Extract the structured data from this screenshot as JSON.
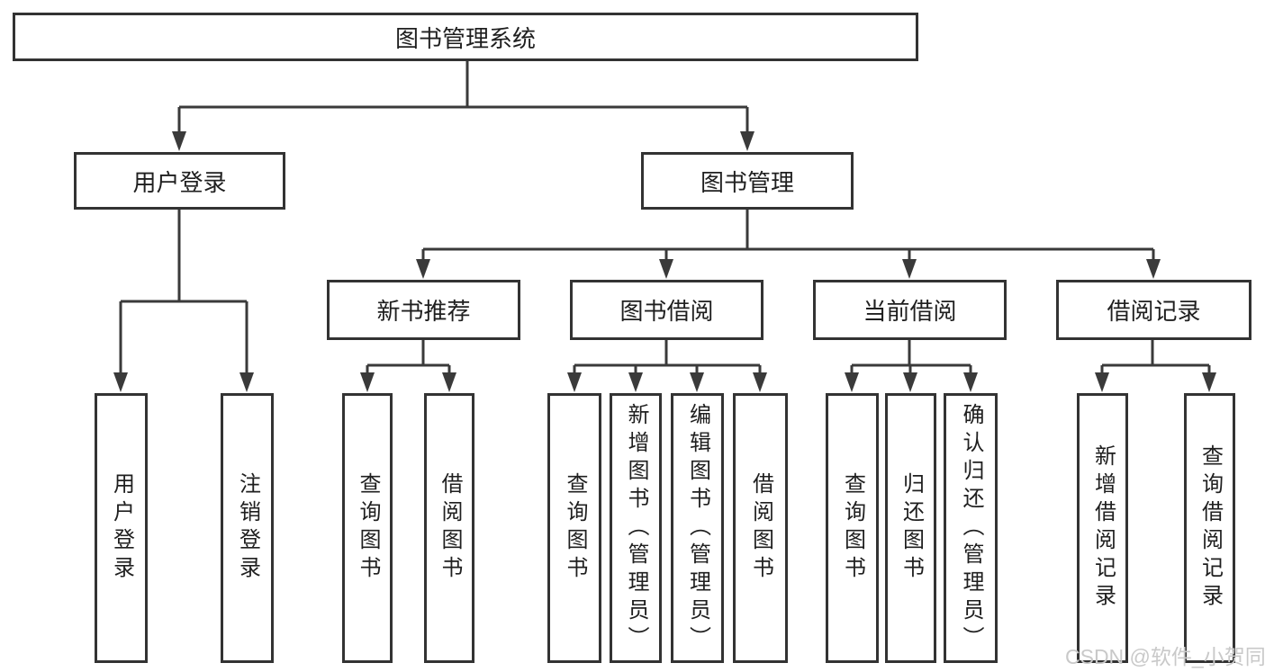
{
  "colors": {
    "line": "#3a3a3a",
    "box_border": "#333333",
    "text": "#1f1f1f",
    "watermark": "#c9c9c9",
    "background": "#ffffff"
  },
  "root": {
    "label": "图书管理系统"
  },
  "level2": [
    {
      "label": "用户登录"
    },
    {
      "label": "图书管理"
    }
  ],
  "level3": [
    {
      "label": "新书推荐",
      "parent": "图书管理"
    },
    {
      "label": "图书借阅",
      "parent": "图书管理"
    },
    {
      "label": "当前借阅",
      "parent": "图书管理"
    },
    {
      "label": "借阅记录",
      "parent": "图书管理"
    }
  ],
  "leaves": [
    {
      "label": "用户登录",
      "parent": "用户登录"
    },
    {
      "label": "注销登录",
      "parent": "用户登录"
    },
    {
      "label": "查询图书",
      "parent": "新书推荐"
    },
    {
      "label": "借阅图书",
      "parent": "新书推荐"
    },
    {
      "label": "查询图书",
      "parent": "图书借阅"
    },
    {
      "label": "新增图书（管理员）",
      "parent": "图书借阅"
    },
    {
      "label": "编辑图书（管理员）",
      "parent": "图书借阅"
    },
    {
      "label": "借阅图书",
      "parent": "图书借阅"
    },
    {
      "label": "查询图书",
      "parent": "当前借阅"
    },
    {
      "label": "归还图书",
      "parent": "当前借阅"
    },
    {
      "label": "确认归还（管理员）",
      "parent": "当前借阅"
    },
    {
      "label": "新增借阅记录",
      "parent": "借阅记录"
    },
    {
      "label": "查询借阅记录",
      "parent": "借阅记录"
    }
  ],
  "watermark": "CSDN @软件_小贺同学"
}
